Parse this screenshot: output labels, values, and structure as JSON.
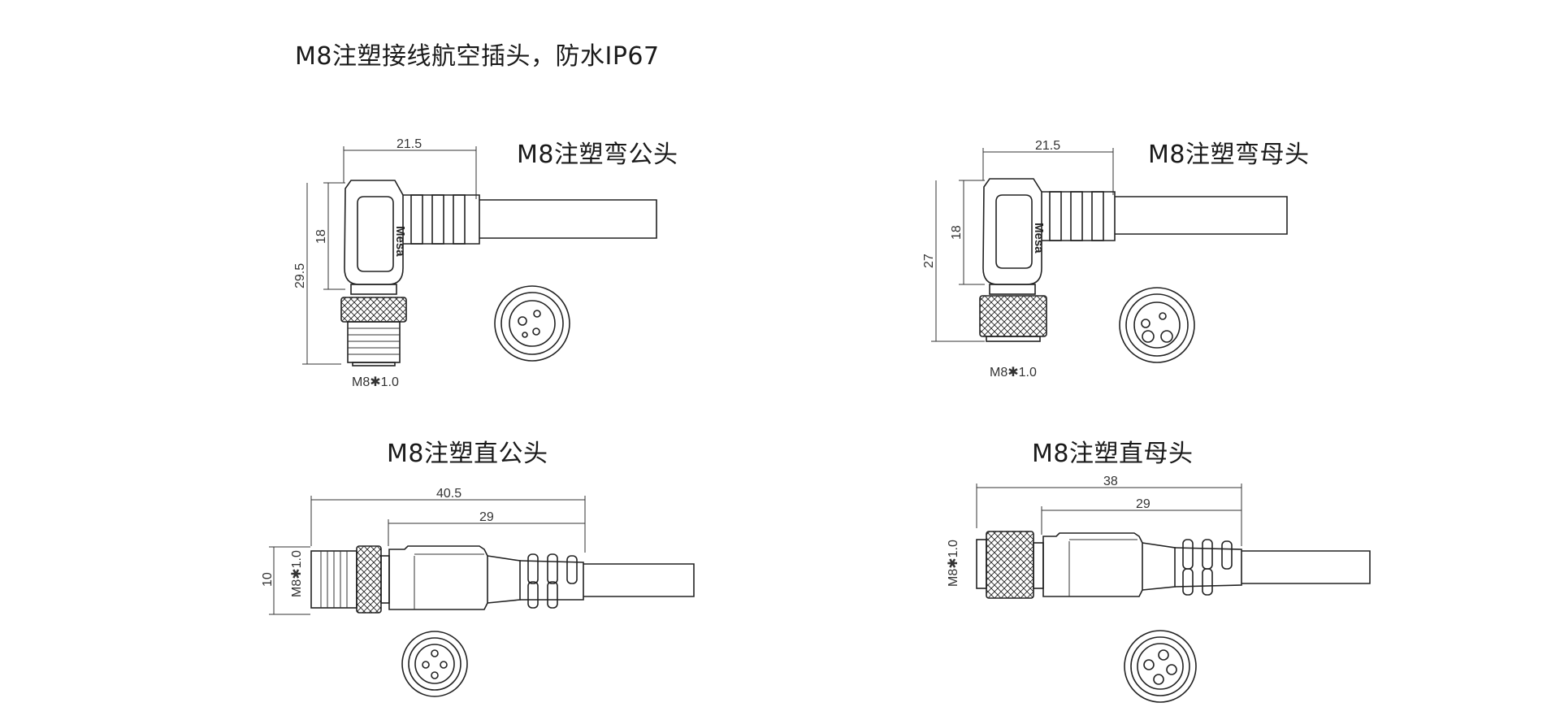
{
  "page": {
    "main_title": "M8注塑接线航空插头，防水IP67"
  },
  "views": {
    "elbow_male": {
      "title": "M8注塑弯公头",
      "dim_width": "21.5",
      "dim_height_inner": "18",
      "dim_height_total": "29.5",
      "thread": "M8✱1.0",
      "logo": "Mesa"
    },
    "elbow_female": {
      "title": "M8注塑弯母头",
      "dim_width": "21.5",
      "dim_height_inner": "18",
      "dim_height_total": "27",
      "thread": "M8✱1.0",
      "logo": "Mesa"
    },
    "straight_male": {
      "title": "M8注塑直公头",
      "dim_total": "40.5",
      "dim_body": "29",
      "dim_diameter": "10",
      "thread": "M8✱1.0"
    },
    "straight_female": {
      "title": "M8注塑直母头",
      "dim_total": "38",
      "dim_body": "29",
      "thread": "M8✱1.0"
    }
  },
  "colors": {
    "line": "#222222",
    "background": "#ffffff"
  }
}
